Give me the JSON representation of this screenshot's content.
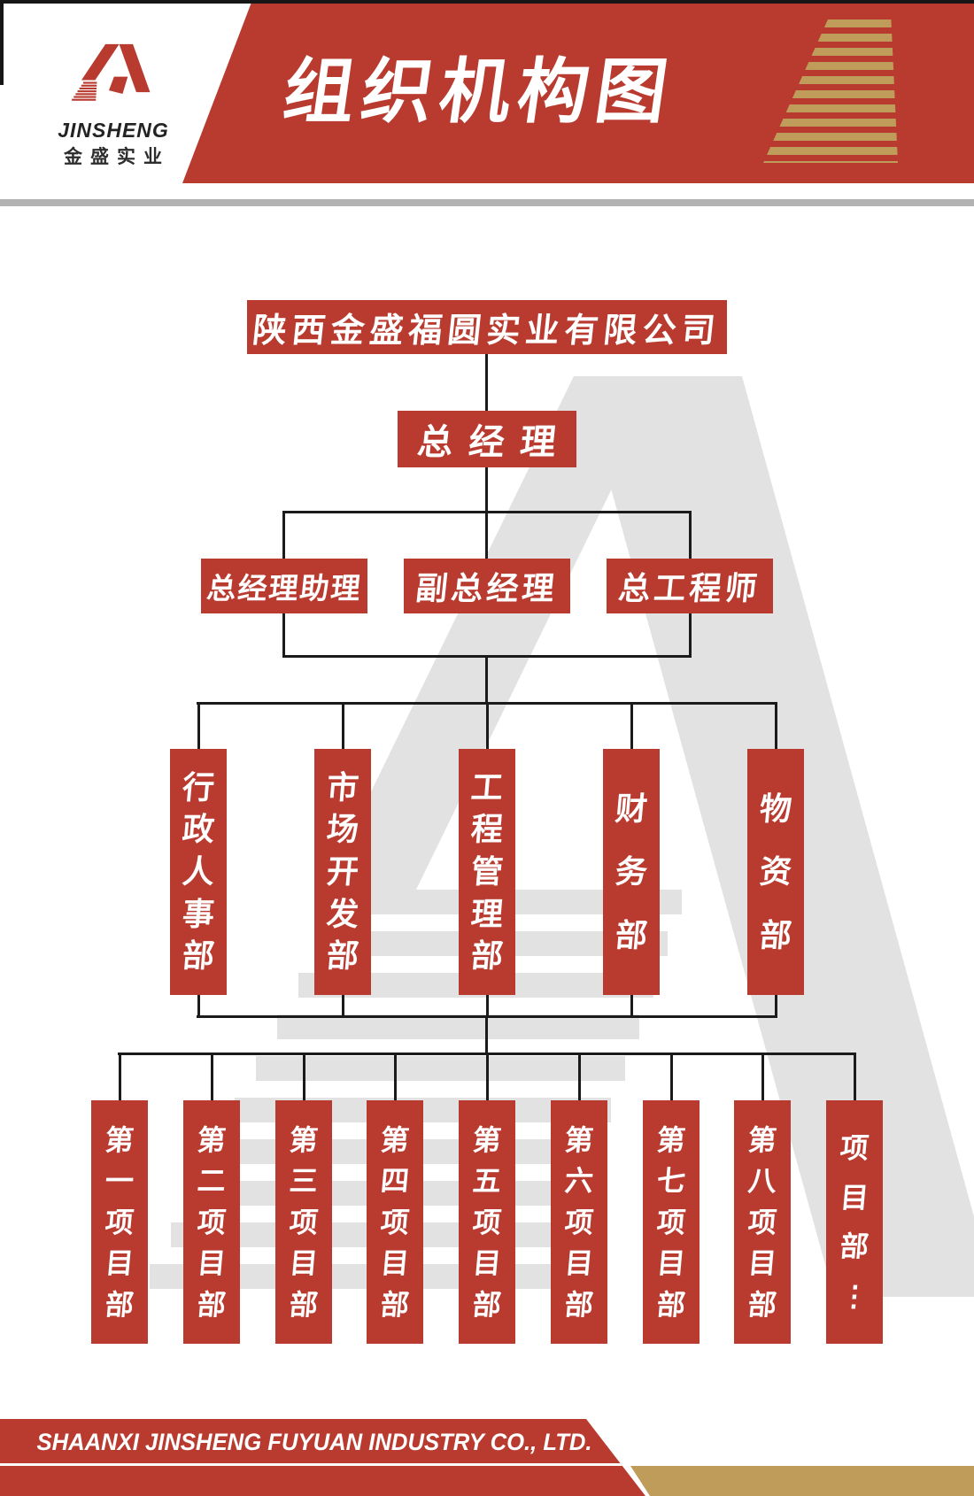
{
  "page": {
    "title": "组织机构图"
  },
  "header": {
    "logo": {
      "brand_en": "JINSHENG",
      "brand_cn": "金盛实业"
    },
    "title": "组织机构图"
  },
  "org_chart": {
    "root": {
      "label": "陕西金盛福圆实业有限公司"
    },
    "level_2": [
      {
        "label": "总经理"
      }
    ],
    "level_3": [
      {
        "label": "总经理助理"
      },
      {
        "label": "副总经理"
      },
      {
        "label": "总工程师"
      }
    ],
    "departments": [
      {
        "label": "行政人事部"
      },
      {
        "label": "市场开发部"
      },
      {
        "label": "工程管理部"
      },
      {
        "label": "财务部"
      },
      {
        "label": "物资部"
      }
    ],
    "projects": [
      {
        "label": "第一项目部"
      },
      {
        "label": "第二项目部"
      },
      {
        "label": "第三项目部"
      },
      {
        "label": "第四项目部"
      },
      {
        "label": "第五项目部"
      },
      {
        "label": "第六项目部"
      },
      {
        "label": "第七项目部"
      },
      {
        "label": "第八项目部"
      },
      {
        "label": "项目部⋮"
      }
    ]
  },
  "footer": {
    "company_en": "SHAANXI JINSHENG FUYUAN INDUSTRY CO., LTD."
  },
  "colors": {
    "brand_red": "#b93b30",
    "gold": "#c09c5a",
    "divider_gray": "#b2b2b2",
    "watermark_gray": "#e2e2e2",
    "line_black": "#1b1b1b",
    "text_white": "#ffffff"
  }
}
